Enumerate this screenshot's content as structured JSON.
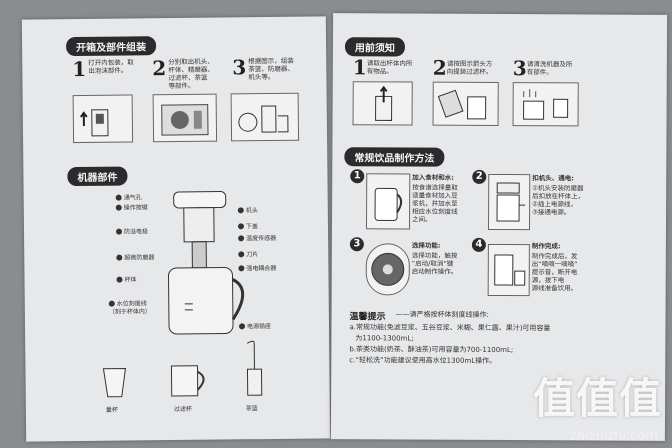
{
  "left": {
    "assembly": {
      "title": "开箱及部件组装",
      "steps": [
        {
          "num": "1",
          "text": "打开内包装，取\n出泡沫部件。"
        },
        {
          "num": "2",
          "text": "分别取出机头、\n杯体、精磨器、\n过滤杯、茶篮\n等部件。"
        },
        {
          "num": "3",
          "text": "根据图示，组装\n茶篮、防磨器、\n机头等。"
        }
      ]
    },
    "parts": {
      "title": "机器部件",
      "labels_left": [
        "通气孔",
        "操作按键",
        "防溢电极",
        "超微防磨器",
        "杯体",
        "水位刻度线\n（刻于杯体内）"
      ],
      "labels_right": [
        "机头",
        "下盖",
        "温度传感器",
        "刀片",
        "强电耦合器",
        "电源插座"
      ],
      "accessories": [
        "量杯",
        "过滤杯",
        "茶篮"
      ]
    }
  },
  "right": {
    "before_use": {
      "title": "用前须知",
      "steps": [
        {
          "num": "1",
          "text": "请取出杯体内所\n有物品。"
        },
        {
          "num": "2",
          "text": "请按图示箭头方\n向提装过滤杯。"
        },
        {
          "num": "3",
          "text": "请清洗机器及所\n有部件。"
        }
      ]
    },
    "drinks": {
      "title": "常规饮品制作方法",
      "steps": [
        {
          "num": "1",
          "head": "加入食材和水:",
          "text": "按食谱选择量取\n适量食材加入豆\n浆机，并加水至\n相应水位刻度线\n之间。"
        },
        {
          "num": "2",
          "head": "扣机头、通电:",
          "text": "①机头安装防磨器\n后扣放在杯体上，\n②插上电源线，\n③接通电源。"
        },
        {
          "num": "3",
          "head": "选择功能:",
          "text": "选择功能，触按\n“启动/取消”键\n启动制作操作。"
        },
        {
          "num": "4",
          "head": "制作完成:",
          "text": "制作完成后，发\n出“嘀嘀一嘀嘀”\n提示音，断开电\n源，拔下电\n源线准备饮用。"
        }
      ]
    },
    "tips": {
      "title": "温馨提示",
      "subtitle": "——请严格按杯体刻度线操作:",
      "lines": [
        "a.常规功能(免滤豆浆、五谷豆浆、米糊、果仁露、果汁)可用容量",
        "为1100-1300mL;",
        "b.茶类功能(奶茶、酥油茶)可用容量为700-1100mL;",
        "c.“轻松洗”功能建议使用高水位1300mL操作。"
      ]
    }
  },
  "watermark": {
    "logo": "值值值",
    "url": "zhizhizhi.com"
  }
}
